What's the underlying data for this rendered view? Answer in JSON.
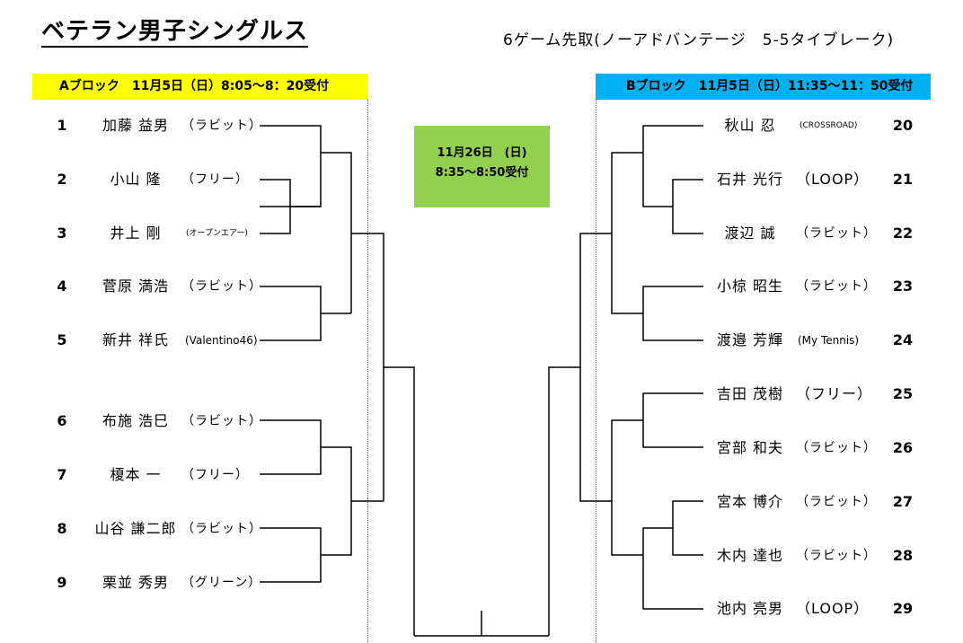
{
  "title": "ベテラン男子シングルス",
  "rule": "6ゲーム先取(ノーアドバンテージ　5-5タイブレーク)",
  "block_a": {
    "label": "Aブロック　11月5日（日）8:05〜8：20受付"
  },
  "block_b": {
    "label": "Bブロック　11月5日（日）11:35〜11：50受付"
  },
  "final": {
    "date": "11月26日　(日)",
    "time": "8:35〜8:50受付"
  },
  "players_a": [
    {
      "num": "1",
      "name": "加藤 益男",
      "club": "（ラビット）"
    },
    {
      "num": "2",
      "name": "小山 隆",
      "club": "（フリー）"
    },
    {
      "num": "3",
      "name": "井上 剛",
      "club": "(オープンエアー)"
    },
    {
      "num": "4",
      "name": "菅原 満浩",
      "club": "（ラビット）"
    },
    {
      "num": "5",
      "name": "新井 祥氏",
      "club": "(Valentino46)"
    },
    {
      "num": "6",
      "name": "布施 浩巳",
      "club": "（ラビット）"
    },
    {
      "num": "7",
      "name": "榎本 一",
      "club": "（フリー）"
    },
    {
      "num": "8",
      "name": "山谷 謙二郎",
      "club": "（ラビット）"
    },
    {
      "num": "9",
      "name": "栗並 秀男",
      "club": "（グリーン）"
    }
  ],
  "players_b": [
    {
      "num": "20",
      "name": "秋山 忍",
      "club": "(CROSSROAD)"
    },
    {
      "num": "21",
      "name": "石井 光行",
      "club": "（LOOP）"
    },
    {
      "num": "22",
      "name": "渡辺 誠",
      "club": "（ラビット）"
    },
    {
      "num": "23",
      "name": "小椋 昭生",
      "club": "（ラビット）"
    },
    {
      "num": "24",
      "name": "渡邉 芳輝",
      "club": "(My Tennis)"
    },
    {
      "num": "25",
      "name": "吉田 茂樹",
      "club": "（フリー）"
    },
    {
      "num": "26",
      "name": "宮部 和夫",
      "club": "（ラビット）"
    },
    {
      "num": "27",
      "name": "宮本 博介",
      "club": "（ラビット）"
    },
    {
      "num": "28",
      "name": "木内 達也",
      "club": "（ラビット）"
    },
    {
      "num": "29",
      "name": "池内 亮男",
      "club": "（LOOP）"
    }
  ]
}
